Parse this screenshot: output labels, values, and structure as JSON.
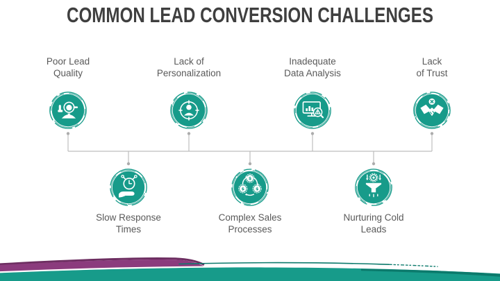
{
  "slide": {
    "title": "COMMON LEAD CONVERSION CHALLENGES"
  },
  "colors": {
    "teal": "#179B8A",
    "teal_dark": "#0C7A6C",
    "purple": "#8B3B7D",
    "purple_dark": "#6D2E61",
    "title_text": "#3F3F3F",
    "label_text": "#595959",
    "connector": "#BDBDBD",
    "connector_dot": "#ACACAC"
  },
  "top_row": [
    {
      "line1": "Poor Lead",
      "line2": "Quality",
      "icon": "lead-quality-icon"
    },
    {
      "line1": "Lack of",
      "line2": "Personalization",
      "icon": "personalization-target-icon"
    },
    {
      "line1": "Inadequate",
      "line2": "Data Analysis",
      "icon": "data-analysis-icon"
    },
    {
      "line1": "Lack",
      "line2": "of Trust",
      "icon": "broken-trust-handshake-icon"
    }
  ],
  "bottom_row": [
    {
      "line1": "Slow Response",
      "line2": "Times",
      "icon": "response-time-stopwatch-icon"
    },
    {
      "line1": "Complex Sales",
      "line2": "Processes",
      "icon": "sales-process-cycle-icon"
    },
    {
      "line1": "Nurturing Cold",
      "line2": "Leads",
      "icon": "lead-funnel-icon"
    }
  ]
}
